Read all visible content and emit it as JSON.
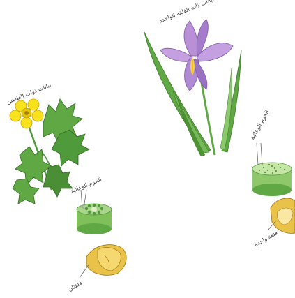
{
  "labels": {
    "dicot_title": "نباتات ذوات الفلقتين",
    "monocot_title": "نباتات ذات الفلقة الواحدة",
    "dicot_vascular": "الحزم الوعائية",
    "monocot_vascular": "الحزم الوعائية",
    "dicot_seed": "فلقتان",
    "monocot_seed": "فلقة واحدة"
  },
  "colors": {
    "leaf_green": "#4f9a3a",
    "stem_light": "#a9d48a",
    "buttercup_yellow": "#f7e21b",
    "iris_purple": "#b98fd6",
    "seed_gold": "#e9c24a"
  },
  "icons": {
    "dicot_plant": "buttercup-icon",
    "monocot_plant": "iris-icon",
    "dicot_stem": "dicot-stem-cross-section-icon",
    "monocot_stem": "monocot-stem-cross-section-icon",
    "dicot_seed": "two-cotyledon-seed-icon",
    "monocot_seed": "one-cotyledon-seed-icon"
  }
}
